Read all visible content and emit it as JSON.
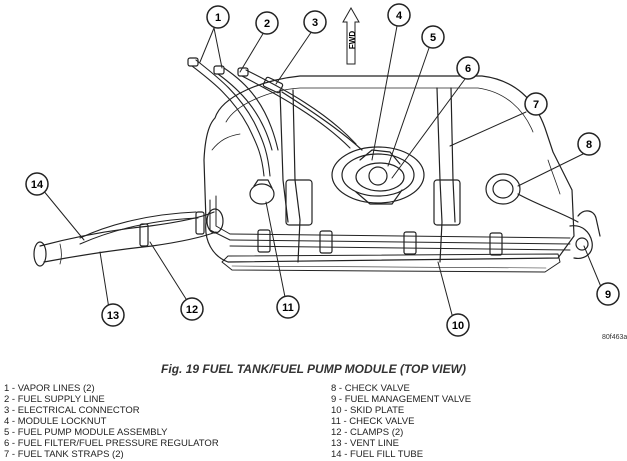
{
  "figure": {
    "caption": "Fig. 19 FUEL TANK/FUEL PUMP MODULE (TOP VIEW)",
    "fig_id": "80f463a",
    "direction_label": "FWD"
  },
  "callouts": [
    "1",
    "2",
    "3",
    "4",
    "5",
    "6",
    "7",
    "8",
    "9",
    "10",
    "11",
    "12",
    "13",
    "14"
  ],
  "legend_left": [
    "1 - VAPOR LINES (2)",
    "2 - FUEL SUPPLY LINE",
    "3 - ELECTRICAL CONNECTOR",
    "4 - MODULE LOCKNUT",
    "5 - FUEL PUMP MODULE ASSEMBLY",
    "6 - FUEL FILTER/FUEL PRESSURE REGULATOR",
    "7 - FUEL TANK STRAPS (2)"
  ],
  "legend_right": [
    "8 - CHECK VALVE",
    "9 - FUEL MANAGEMENT VALVE",
    "10 - SKID PLATE",
    "11 - CHECK VALVE",
    "12 - CLAMPS (2)",
    "13 - VENT LINE",
    "14 - FUEL FILL TUBE"
  ]
}
